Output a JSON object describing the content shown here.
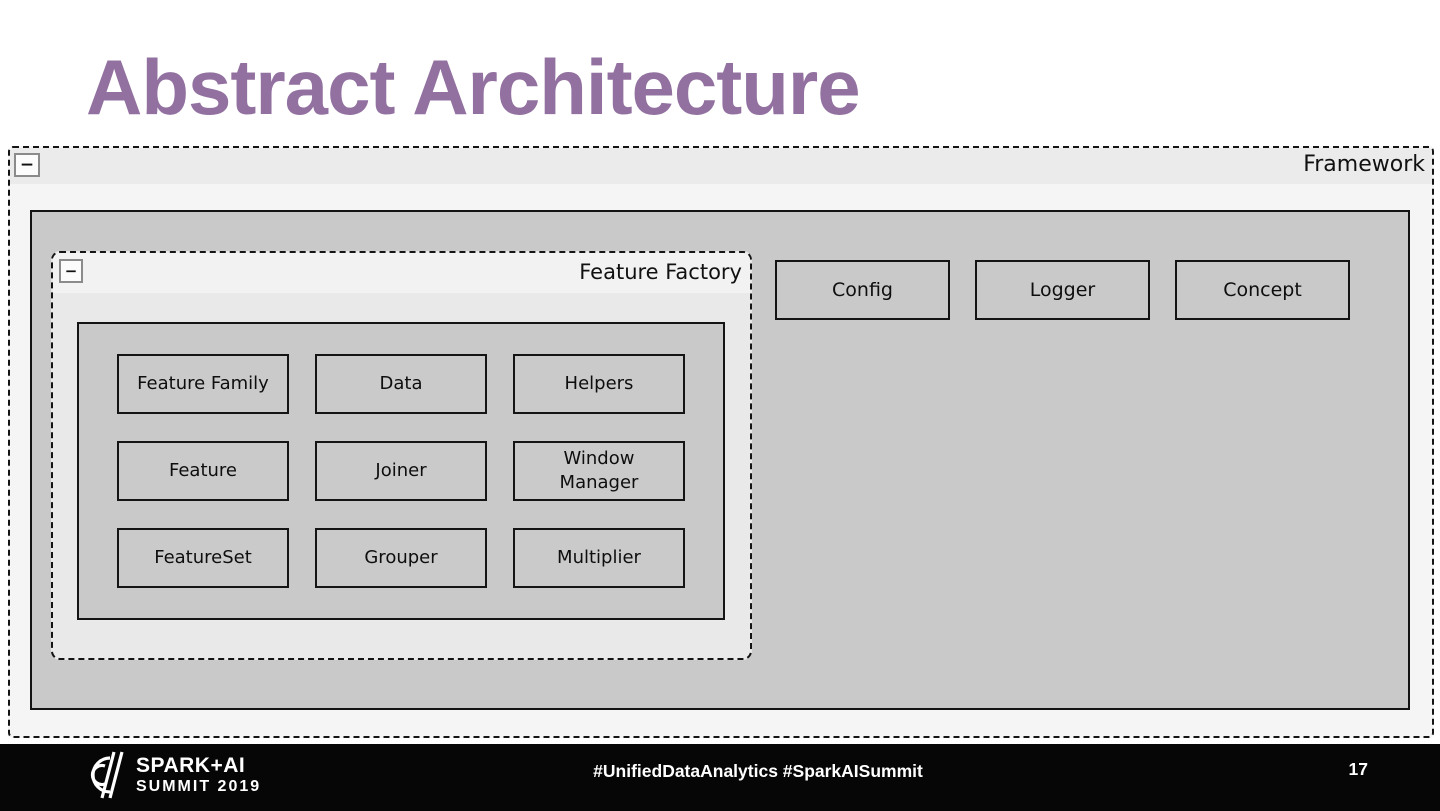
{
  "slide": {
    "title": "Abstract Architecture",
    "page_number": "17"
  },
  "framework": {
    "label": "Framework",
    "minimize_glyph": "−",
    "components": [
      "Config",
      "Logger",
      "Concept"
    ]
  },
  "feature_factory": {
    "label": "Feature Factory",
    "minimize_glyph": "−",
    "modules": [
      "Feature Family",
      "Data",
      "Helpers",
      "Feature",
      "Joiner",
      "Window\nManager",
      "FeatureSet",
      "Grouper",
      "Multiplier"
    ]
  },
  "footer": {
    "logo_title": "SPARK+AI",
    "logo_subtitle": "SUMMIT 2019",
    "hashtags": "#UnifiedDataAnalytics #SparkAISummit"
  },
  "colors": {
    "title": "#9271a0",
    "panel_gray": "#c9c9c9",
    "window_body": "#f5f5f5",
    "window_header": "#ebebeb",
    "ff_body": "#e9e9e9",
    "ff_header": "#f2f2f2",
    "footer_bg": "#060606",
    "border": "#141414"
  }
}
